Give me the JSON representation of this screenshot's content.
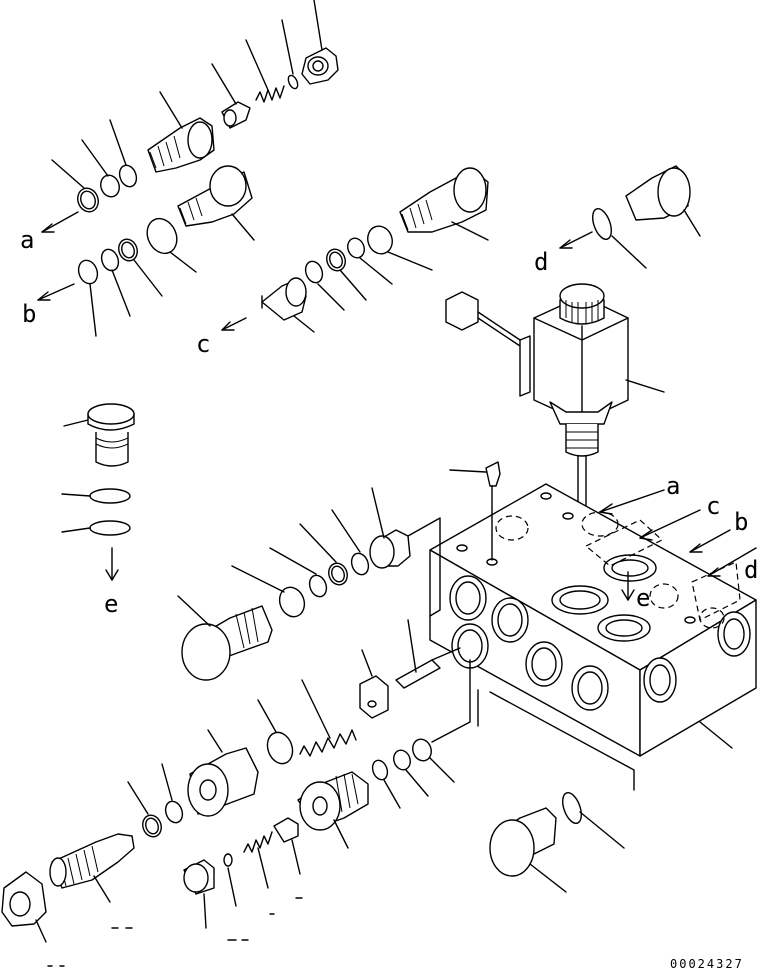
{
  "callouts": {
    "a_top": "a",
    "b_top": "b",
    "c_top": "c",
    "d_top": "d",
    "e_left": "e",
    "a_block": "a",
    "b_block": "b",
    "c_block": "c",
    "d_block": "d",
    "e_block": "e"
  },
  "drawing_code": "00024327"
}
